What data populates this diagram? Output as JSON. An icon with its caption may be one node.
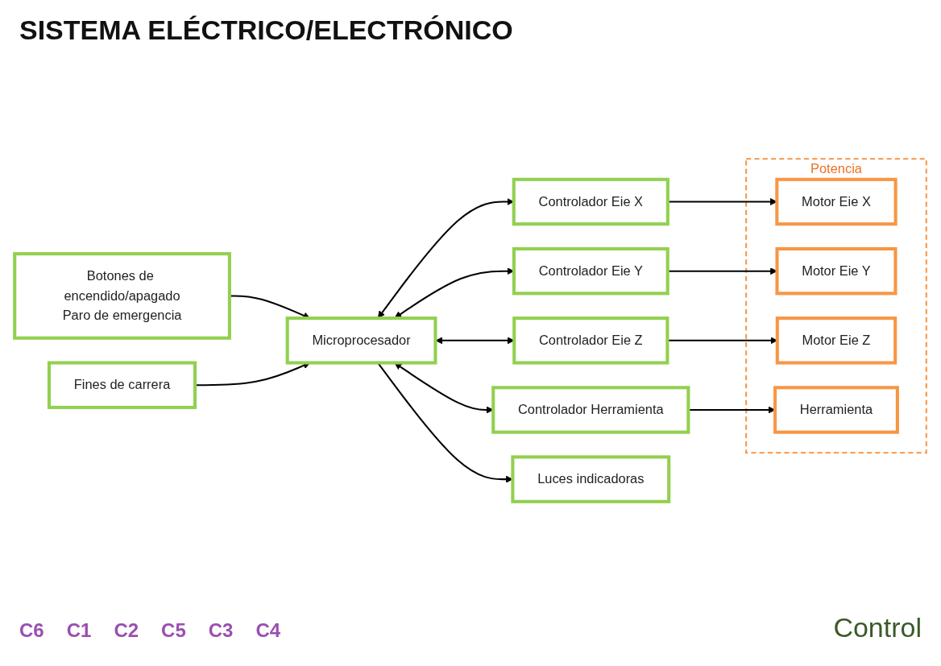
{
  "diagram": {
    "title": "SISTEMA ELÉCTRICO/ELECTRÓNICO",
    "nodes": [
      {
        "text": [
          "Microprocesador"
        ]
      },
      {
        "text": [
          "Controlador Eie X"
        ]
      },
      {
        "text": [
          "Controlador Eie Y"
        ]
      },
      {
        "text": [
          "Controlador Eie Z"
        ]
      },
      {
        "text": [
          "Controlador Herramienta"
        ]
      },
      {
        "text": [
          "Potencia"
        ]
      },
      {
        "text": [
          "Motor Eie X"
        ],
        "in": 5
      },
      {
        "text": [
          "Motor Eie Y"
        ],
        "in": 5
      },
      {
        "text": [
          "Motor Eie Z"
        ],
        "in": 5
      },
      {
        "text": [
          "Herramienta"
        ],
        "in": 5
      },
      {
        "text": [
          "Botones de encendido/apagado",
          "Paro de emergencia"
        ]
      },
      {
        "text": [
          "Luces indicadoras"
        ]
      },
      {
        "text": [
          "Fines de carrera"
        ]
      }
    ],
    "edges": [
      {
        "from": 0,
        "to": 1,
        "arrow": "both"
      },
      {
        "from": 0,
        "to": 2,
        "arrow": "both"
      },
      {
        "from": 0,
        "to": 3,
        "arrow": "both"
      },
      {
        "from": 0,
        "to": 4,
        "arrow": "both"
      },
      {
        "from": 1,
        "to": 6,
        "arrow": "to"
      },
      {
        "from": 2,
        "to": 7,
        "arrow": "to"
      },
      {
        "from": 3,
        "to": 8,
        "arrow": "to"
      },
      {
        "from": 4,
        "to": 9,
        "arrow": "to"
      },
      {
        "from": 10,
        "to": 0,
        "arrow": "to"
      },
      {
        "from": 0,
        "to": 11,
        "arrow": "to"
      },
      {
        "from": 12,
        "to": 0,
        "arrow": "to"
      }
    ],
    "labels": [
      "C6",
      "C1",
      "C2",
      "C5",
      "C3",
      "C4",
      "Control"
    ]
  }
}
